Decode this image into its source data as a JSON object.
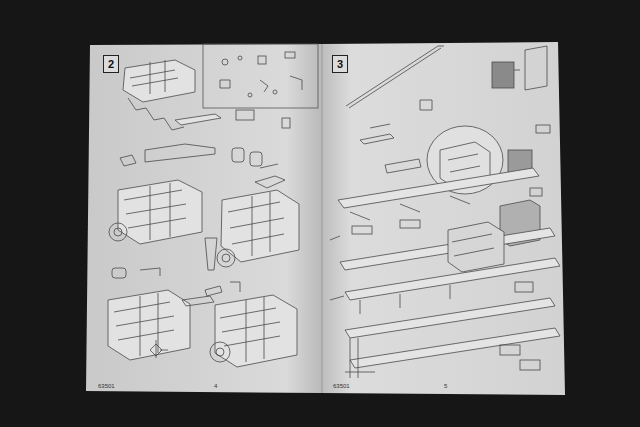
{
  "diagram": {
    "nodes": [
      {
        "text": [
          "2"
        ]
      },
      {
        "text": [
          "3"
        ]
      }
    ],
    "labels": [
      "63501",
      "4",
      "63501",
      "5"
    ]
  }
}
